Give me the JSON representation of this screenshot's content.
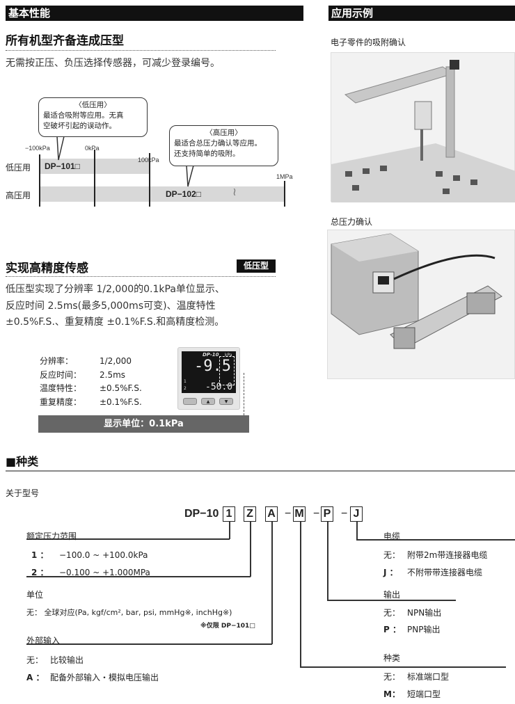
{
  "left": {
    "header": "基本性能",
    "section1": {
      "title": "所有机型齐备连成压型",
      "desc": "无需按正压、负压选择传感器，可减少登录编号。"
    },
    "diagram": {
      "bubble_low": {
        "title": "〈低压用〉",
        "line1": "最适合吸附等应用。无真",
        "line2": "空破坏引起的误动作。"
      },
      "bubble_high": {
        "title": "〈高压用〉",
        "line1": "最适合总压力确认等应用。",
        "line2": "还支持简单的吸附。"
      },
      "ticks": [
        "−100kPa",
        "0kPa",
        "100kPa",
        "1MPa"
      ],
      "rows": [
        {
          "label": "低压用",
          "model": "DP−101□"
        },
        {
          "label": "高压用",
          "model": "DP−102□"
        }
      ]
    },
    "section2": {
      "title": "实现高精度传感",
      "tag": "低压型",
      "desc": [
        "低压型实现了分辨率 1/2,000的0.1kPa单位显示、",
        "反应时间 2.5ms(最多5,000ms可变)、温度特性",
        "±0.5%F.S.、重复精度 ±0.1%F.S.和高精度检测。"
      ],
      "specs": [
        {
          "k": "分辨率：",
          "v": "1/2,000"
        },
        {
          "k": "反应时间：",
          "v": "2.5ms"
        },
        {
          "k": "温度特性：",
          "v": "±0.5%F.S."
        },
        {
          "k": "重复精度：",
          "v": "±0.1%F.S."
        }
      ],
      "display": {
        "model": "DP-10",
        "unit": "kPa",
        "main": "-9.5",
        "sub": "-50.0",
        "ch1": "1",
        "ch2": "2"
      },
      "banner": "显示单位：0.1kPa"
    }
  },
  "right": {
    "header": "应用示例",
    "caption1": "电子零件的吸附确认",
    "caption2": "总压力确认"
  },
  "types": {
    "title": "■种类",
    "subtitle": "关于型号",
    "model": {
      "prefix": "DP−10",
      "codes": [
        "1",
        "Z",
        "A",
        "M",
        "P",
        "J"
      ],
      "dash": "−"
    },
    "range": {
      "title": "额定压力范围",
      "items": [
        {
          "k": "1 ：",
          "v": "−100.0 ~ +100.0kPa"
        },
        {
          "k": "2 ：",
          "v": "−0.100 ~ +1.000MPa"
        }
      ]
    },
    "unit": {
      "title": "单位",
      "item": "无：  全球对应(Pa, kgf/cm², bar, psi, mmHg※, inchHg※)",
      "note": "※仅限 DP−101□"
    },
    "ext": {
      "title": "外部输入",
      "items": [
        {
          "k": "无：",
          "v": "比较输出"
        },
        {
          "k": "A ：",
          "v": "配备外部输入・模拟电压输出"
        }
      ]
    },
    "cable": {
      "title": "电缆",
      "items": [
        {
          "k": "无：",
          "v": "附带2m带连接器电缆"
        },
        {
          "k": "J ：",
          "v": "不附带带连接器电缆"
        }
      ]
    },
    "output": {
      "title": "输出",
      "items": [
        {
          "k": "无：",
          "v": "NPN输出"
        },
        {
          "k": "P ：",
          "v": "PNP输出"
        }
      ]
    },
    "kind": {
      "title": "种类",
      "items": [
        {
          "k": "无：",
          "v": "标准端口型"
        },
        {
          "k": "M：",
          "v": "短端口型"
        }
      ]
    }
  }
}
